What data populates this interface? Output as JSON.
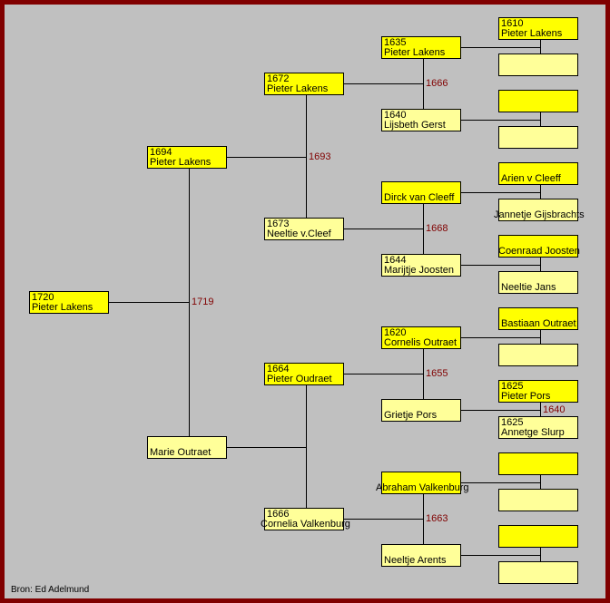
{
  "colors": {
    "frame": "#800000",
    "background": "#c0c0c0",
    "male": "#ffff00",
    "female": "#ffff99",
    "marriage_year": "#800000"
  },
  "persons": [
    {
      "n": 1,
      "year": "1720",
      "name": "Pieter Lakens"
    },
    {
      "n": 2,
      "year": "1694",
      "name": "Pieter Lakens"
    },
    {
      "n": 3,
      "year": "",
      "name": "Marie Outraet"
    },
    {
      "n": 4,
      "year": "1672",
      "name": "Pieter Lakens"
    },
    {
      "n": 5,
      "year": "1673",
      "name": "Neeltie v.Cleef"
    },
    {
      "n": 6,
      "year": "1664",
      "name": "Pieter Oudraet"
    },
    {
      "n": 7,
      "year": "1666",
      "name": "Cornelia Valkenburg"
    },
    {
      "n": 8,
      "year": "1635",
      "name": "Pieter Lakens"
    },
    {
      "n": 9,
      "year": "1640",
      "name": "Lijsbeth Gerst"
    },
    {
      "n": 10,
      "year": "",
      "name": "Dirck van Cleeff"
    },
    {
      "n": 11,
      "year": "1644",
      "name": "Marijtje Joosten"
    },
    {
      "n": 12,
      "year": "1620",
      "name": "Cornelis Outraet"
    },
    {
      "n": 13,
      "year": "",
      "name": "Grietje Pors"
    },
    {
      "n": 14,
      "year": "",
      "name": "Abraham Valkenburg"
    },
    {
      "n": 15,
      "year": "",
      "name": "Neeltje Arents"
    },
    {
      "n": 16,
      "year": "1610",
      "name": "Pieter Lakens"
    },
    {
      "n": 17,
      "year": "",
      "name": ""
    },
    {
      "n": 18,
      "year": "",
      "name": ""
    },
    {
      "n": 19,
      "year": "",
      "name": ""
    },
    {
      "n": 20,
      "year": "",
      "name": "Arien v Cleeff"
    },
    {
      "n": 21,
      "year": "",
      "name": "Jannetje Gijsbrachts"
    },
    {
      "n": 22,
      "year": "",
      "name": "Coenraad Joosten"
    },
    {
      "n": 23,
      "year": "",
      "name": "Neeltie Jans"
    },
    {
      "n": 24,
      "year": "",
      "name": "Bastiaan Outraet"
    },
    {
      "n": 25,
      "year": "",
      "name": ""
    },
    {
      "n": 26,
      "year": "1625",
      "name": "Pieter Pors"
    },
    {
      "n": 27,
      "year": "1625",
      "name": "Annetge Slurp"
    },
    {
      "n": 28,
      "year": "",
      "name": ""
    },
    {
      "n": 29,
      "year": "",
      "name": ""
    },
    {
      "n": 30,
      "year": "",
      "name": ""
    },
    {
      "n": 31,
      "year": "",
      "name": ""
    }
  ],
  "marriages": {
    "1": "1719",
    "2": "1693",
    "4": "1666",
    "5": "1668",
    "6": "1655",
    "7": "1663",
    "13": "1640"
  },
  "source": "Bron: Ed Adelmund"
}
